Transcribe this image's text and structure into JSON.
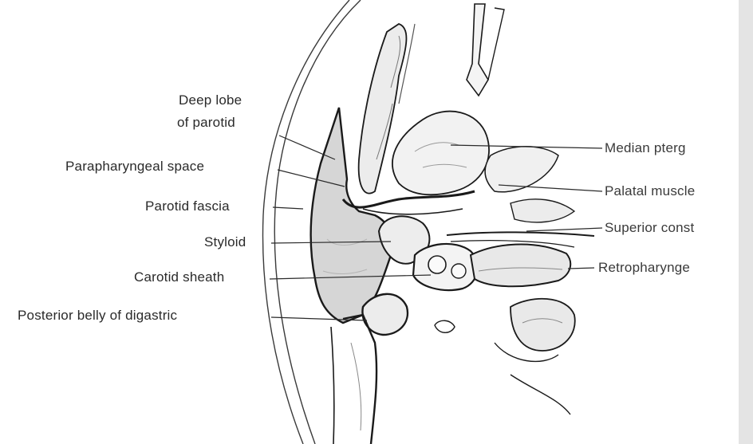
{
  "labels": {
    "deep_lobe_line1": "Deep lobe",
    "deep_lobe_line2": "of parotid",
    "parapharyngeal_space": "Parapharyngeal space",
    "parotid_fascia": "Parotid fascia",
    "styloid": "Styloid",
    "carotid_sheath": "Carotid sheath",
    "posterior_belly": "Posterior belly of digastric",
    "median_pterygoid": "Median pterg",
    "palatal_muscle": "Palatal muscle",
    "superior_constrictor": "Superior const",
    "retropharyngeal": "Retropharynge"
  },
  "colors": {
    "ink": "#1a1a1a",
    "shade": "#cfcfcf",
    "light_shade": "#e6e6e6"
  }
}
